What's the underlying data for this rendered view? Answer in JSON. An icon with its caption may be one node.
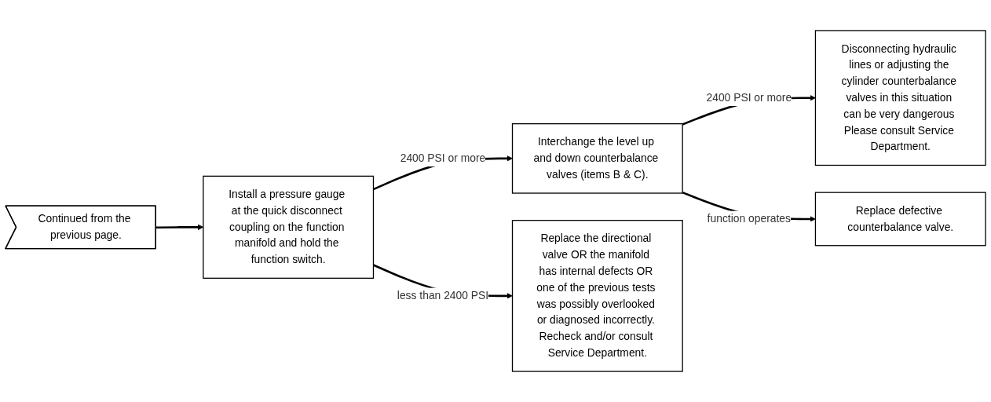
{
  "diagram": {
    "nodes": [
      {
        "text": [
          "Continued from the previous page."
        ]
      },
      {
        "text": [
          "Install a pressure gauge at the quick disconnect coupling on the function manifold and hold the function switch."
        ]
      },
      {
        "text": [
          "Interchange the level up and down counterbalance valves (items B & C)."
        ]
      },
      {
        "text": [
          "Disconnecting hydraulic lines or adjusting the cylinder counterbalance valves in this situation can be very dangerous Please consult Service Department."
        ]
      },
      {
        "text": [
          "Replace the directional valve OR the manifold has internal defects OR one of the previous tests was possibly overlooked or diagnosed incorrectly. Recheck and/or consult Service Department."
        ]
      },
      {
        "text": [
          "Replace defective counterbalance valve."
        ]
      }
    ],
    "edges": [
      {
        "from": 0,
        "to": 1,
        "arrow": "to"
      },
      {
        "from": 1,
        "to": 2,
        "arrow": "to",
        "label": "2400 PSI or more"
      },
      {
        "from": 1,
        "to": 4,
        "arrow": "to",
        "label": "less than 2400 PSI"
      },
      {
        "from": 2,
        "to": 3,
        "arrow": "to",
        "label": "2400 PSI or more"
      },
      {
        "from": 2,
        "to": 5,
        "arrow": "to",
        "label": "function operates"
      }
    ]
  }
}
